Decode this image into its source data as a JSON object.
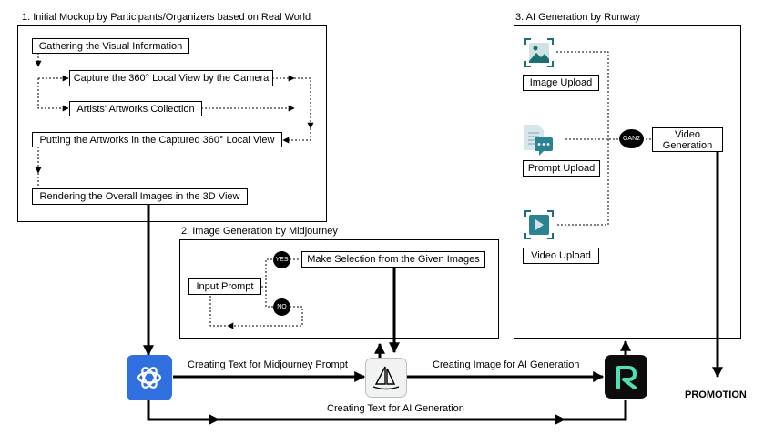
{
  "section1": {
    "title": "1. Initial Mockup by Participants/Organizers based on Real World",
    "steps": {
      "gather": "Gathering the Visual Information",
      "capture": "Capture the 360° Local View by the Camera",
      "artists": "Artists' Artworks Collection",
      "putting": "Putting the Artworks in the Captured 360° Local View",
      "render": "Rendering the Overall Images in the 3D View"
    }
  },
  "section2": {
    "title": "2. Image Generation by Midjourney",
    "input_prompt": "Input Prompt",
    "yes": "YES",
    "no": "NO",
    "selection": "Make Selection from the Given Images"
  },
  "section3": {
    "title": "3. AI Generation by Runway",
    "image_upload": "Image Upload",
    "prompt_upload": "Prompt Upload",
    "video_upload": "Video Upload",
    "gan": "GAN2",
    "video_generation": "Video Generation"
  },
  "flow": {
    "text_for_midjourney": "Creating Text for Midjourney Prompt",
    "image_for_ai": "Creating Image for AI Generation",
    "text_for_ai": "Creating Text for AI Generation",
    "promotion": "PROMOTION"
  },
  "icons": {
    "chatgpt": "chatgpt-logo",
    "midjourney": "midjourney-logo",
    "runway": "runway-logo",
    "image": "image-icon",
    "prompt": "document-chat-icon",
    "video": "video-icon"
  },
  "colors": {
    "chatgpt_bg": "#2f6fe0",
    "runway_bg": "#0c0c0c",
    "runway_mark": "#4fe0b6",
    "icon_teal": "#1e6f73",
    "icon_light": "#cfe3e7"
  }
}
